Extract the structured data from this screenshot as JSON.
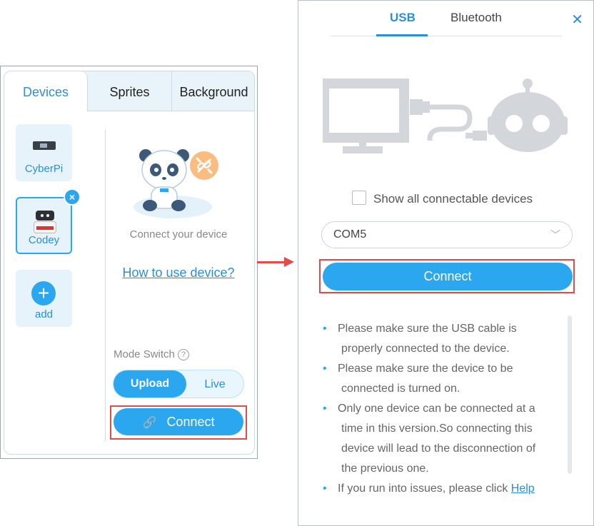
{
  "left_panel": {
    "tabs": [
      {
        "label": "Devices",
        "active": true
      },
      {
        "label": "Sprites",
        "active": false
      },
      {
        "label": "Background",
        "active": false
      }
    ],
    "devices": [
      {
        "label": "CyberPi",
        "icon": "cyberpi-board-icon",
        "selected": false
      },
      {
        "label": "Codey",
        "icon": "codey-robot-icon",
        "selected": true
      },
      {
        "label": "add",
        "icon": "plus-icon",
        "selected": false
      }
    ],
    "connect_prompt": "Connect your device",
    "how_to_link": "How to use device?",
    "mode_switch_label": "Mode Switch",
    "mode_help": "?",
    "modes": {
      "upload": "Upload",
      "live": "Live",
      "active": "Upload"
    },
    "connect_button": "Connect",
    "remove_badge": "×",
    "add_symbol": "+",
    "link_icon_glyph": "🔗"
  },
  "dialog": {
    "tabs": [
      {
        "label": "USB",
        "active": true
      },
      {
        "label": "Bluetooth",
        "active": false
      }
    ],
    "close_glyph": "✕",
    "show_all_label": "Show all connectable devices",
    "show_all_checked": false,
    "port_select": {
      "value": "COM5"
    },
    "connect_button": "Connect",
    "tips": [
      {
        "line1": "Please make sure the USB cable is",
        "line2": "properly connected to the device."
      },
      {
        "line1": "Please make sure the device to be",
        "line2": "connected is turned on."
      },
      {
        "line1": "Only one device can be connected at a",
        "line2": "time in this version.So connecting this",
        "line3": "device will lead to the disconnection of",
        "line4": "the previous one."
      },
      {
        "line1": "If you run into issues, please click",
        "link": "Help"
      }
    ]
  },
  "colors": {
    "accent": "#2aa7ef",
    "link": "#2a8fd8",
    "highlight_outline": "#e14b4b",
    "illustration_gray": "#d3d7db"
  }
}
